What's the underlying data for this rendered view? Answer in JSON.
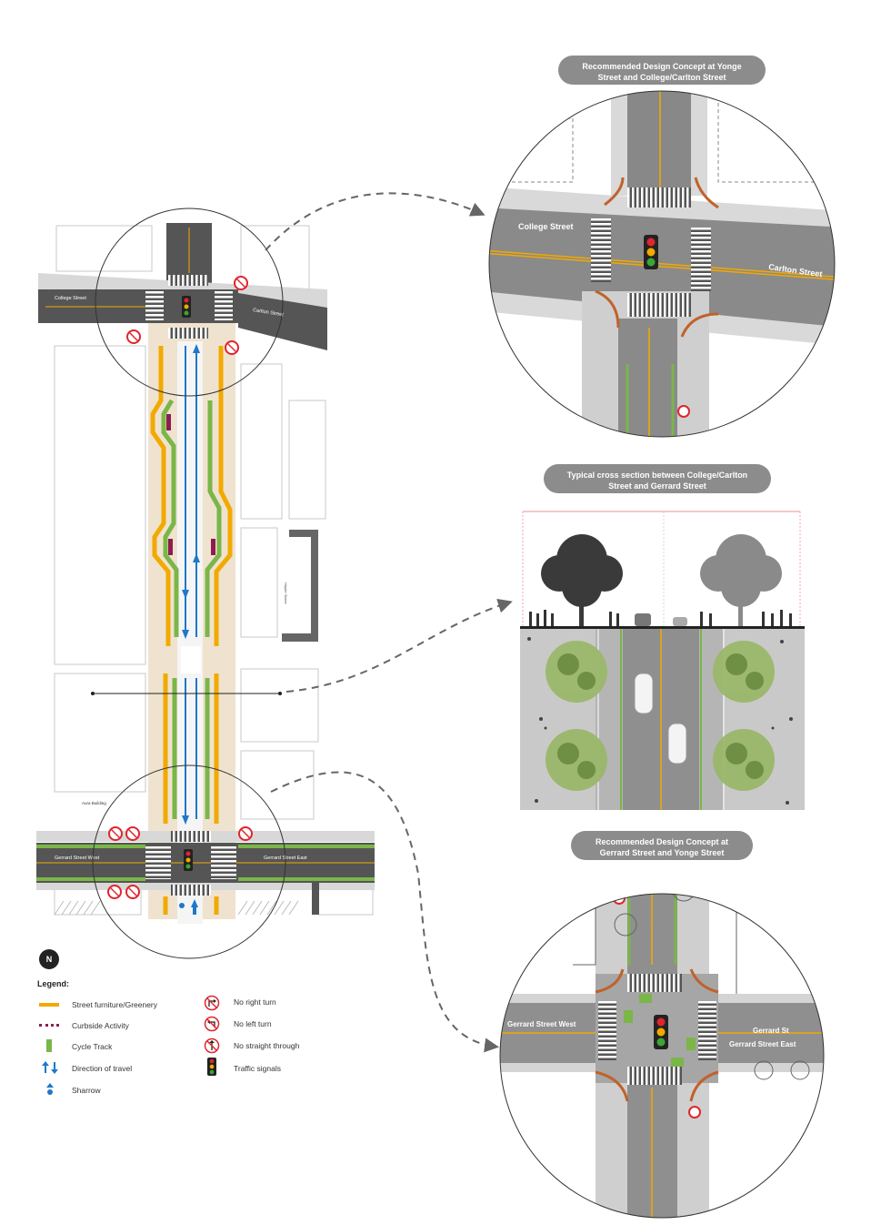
{
  "callouts": {
    "top": "Recommended Design Concept at Yonge Street and College/Carlton Street",
    "middle": "Typical cross section between College/Carlton Street and Gerrard Street",
    "bottom": "Recommended Design Concept at Gerrard Street and Yonge Street"
  },
  "streets": {
    "college": "College Street",
    "carlton": "Carlton Street",
    "gerrard_west": "Gerrard Street West",
    "gerrard_east": "Gerrard Street East",
    "gerrard_east_short": "Gerrard St",
    "side_street": "Hayter Street",
    "building": "Aura Building"
  },
  "legend": {
    "title": "Legend:",
    "items": [
      {
        "label": "Street furniture/Greenery",
        "icon": "orange-bar-icon",
        "color": "#f2a900"
      },
      {
        "label": "Curbside Activity",
        "icon": "curbside-activity-icon",
        "color": "#8e1d4f"
      },
      {
        "label": "Cycle Track",
        "icon": "cycle-track-icon",
        "color": "#7ab648"
      },
      {
        "label": "Direction of travel",
        "icon": "direction-arrows-icon",
        "color": "#1f78c8"
      },
      {
        "label": "Sharrow",
        "icon": "sharrow-icon",
        "color": "#1f78c8"
      },
      {
        "label": "No right turn",
        "icon": "no-right-turn-icon",
        "color": "#e0252d"
      },
      {
        "label": "No left turn",
        "icon": "no-left-turn-icon",
        "color": "#e0252d"
      },
      {
        "label": "No straight through",
        "icon": "no-straight-through-icon",
        "color": "#e0252d"
      },
      {
        "label": "Traffic signals",
        "icon": "traffic-signal-icon",
        "color": "#222222"
      }
    ]
  },
  "north": "N",
  "colors": {
    "road": "#555555",
    "sidewalk": "#efe3cf",
    "greenery": "#f2a900",
    "cycle": "#7ab648",
    "curbside": "#8e1d4f",
    "arrow": "#1f78c8",
    "prohibit": "#e0252d"
  }
}
